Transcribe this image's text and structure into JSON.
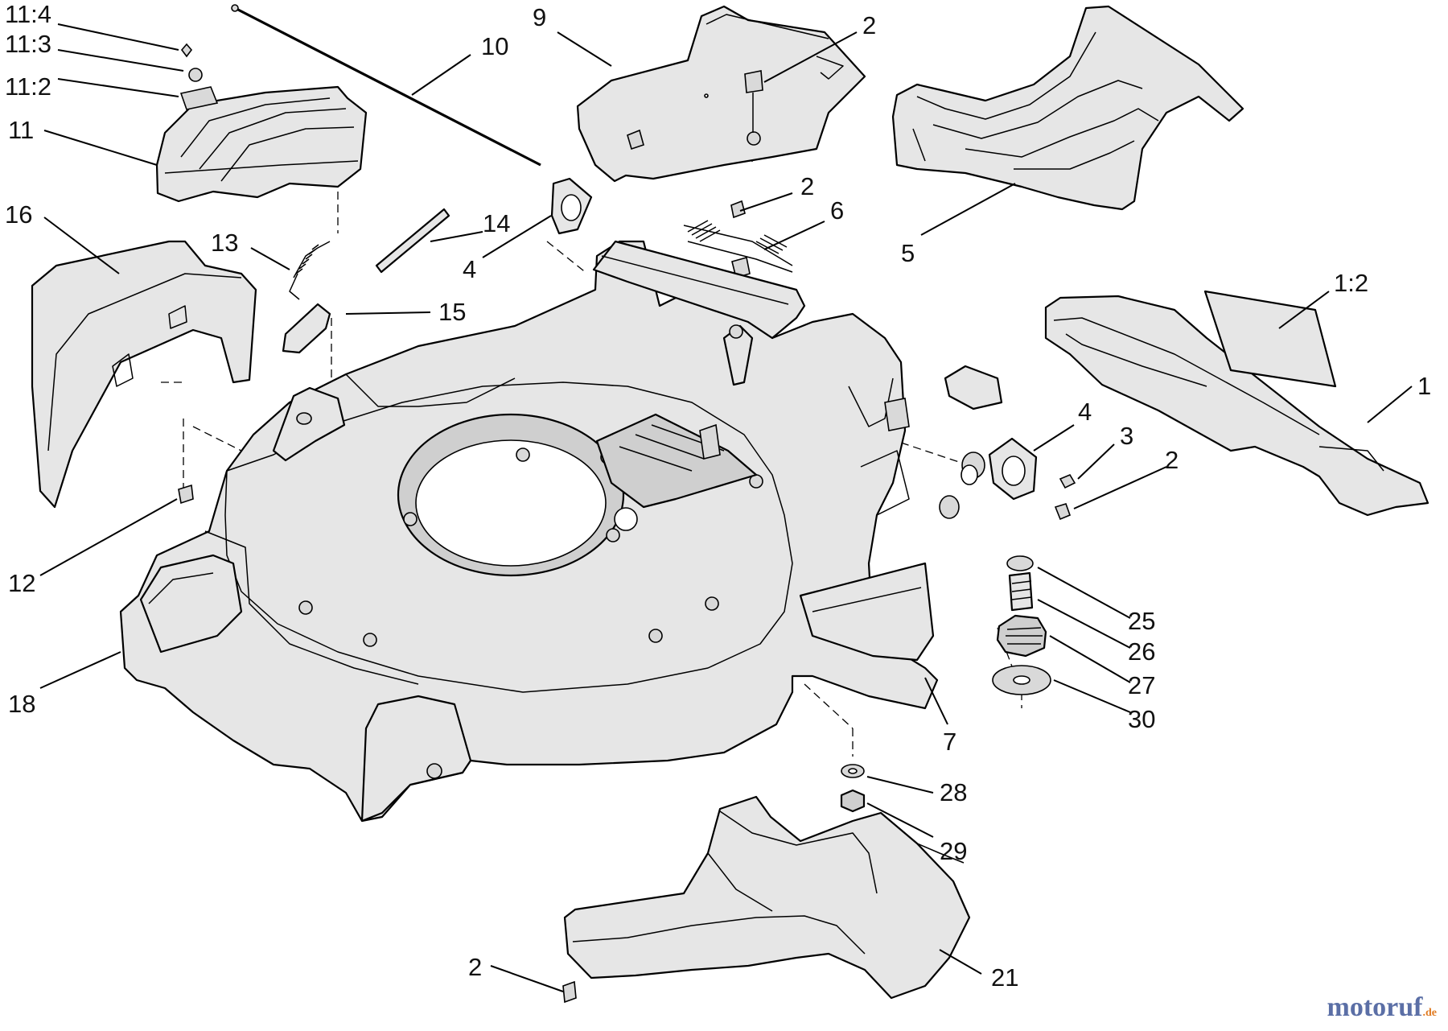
{
  "diagram": {
    "callouts": {
      "c11_4": "11:4",
      "c11_3": "11:3",
      "c11_2": "11:2",
      "c11": "11",
      "c16": "16",
      "c13": "13",
      "c14": "14",
      "c15": "15",
      "c12": "12",
      "c18": "18",
      "c10": "10",
      "c4a": "4",
      "c9": "9",
      "c2a": "2",
      "c2b": "2",
      "c6": "6",
      "c5": "5",
      "c1_2": "1:2",
      "c1": "1",
      "c4b": "4",
      "c3": "3",
      "c2c": "2",
      "c25": "25",
      "c26": "26",
      "c27": "27",
      "c30": "30",
      "c7": "7",
      "c28": "28",
      "c29": "29",
      "c2d": "2",
      "c21": "21"
    }
  },
  "watermark": {
    "text": "motoruf",
    "suffix": ".de",
    "color": "#5b6fa6",
    "suffix_color": "#e07b22"
  }
}
